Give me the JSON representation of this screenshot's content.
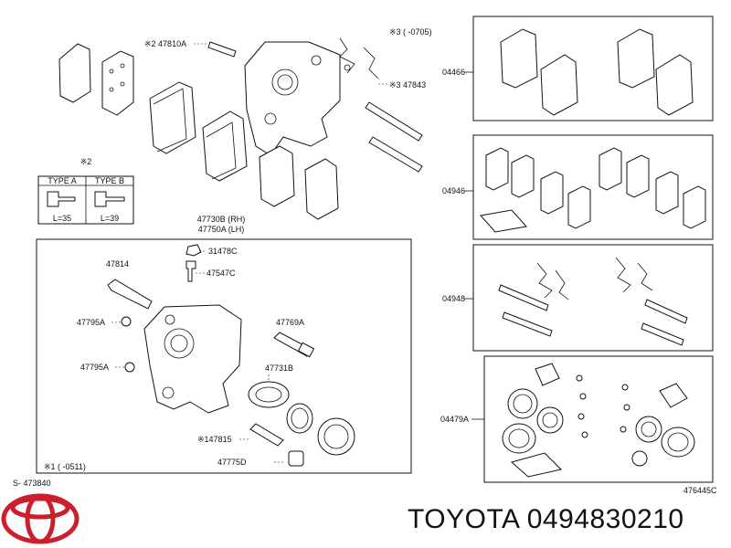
{
  "note_top": "※3 (      -0705)",
  "note_bolt": "※2 47810A",
  "note_spring": "※3 47843",
  "type_header": "※2",
  "type_a": "TYPE A",
  "type_b": "TYPE B",
  "type_a_len": "L=35",
  "type_b_len": "L=39",
  "caliper_rh": "47730B (RH)",
  "caliper_lh": "47750A (LH)",
  "p_31478C": "31478C",
  "p_47547C": "47547C",
  "p_47814": "47814",
  "p_47795A_1": "47795A",
  "p_47795A_2": "47795A",
  "p_47769A": "47769A",
  "p_47731B": "47731B",
  "p_147815": "※147815",
  "p_47775D": "47775D",
  "note_bottom": "※1 (      -0511)",
  "s_note": "S- 473840",
  "kit_04466": "04466",
  "kit_04946": "04946",
  "kit_04948": "04948",
  "kit_04479A": "04479A",
  "diagram_id": "476445C",
  "brand_text": "TOYOTA 0494830210"
}
